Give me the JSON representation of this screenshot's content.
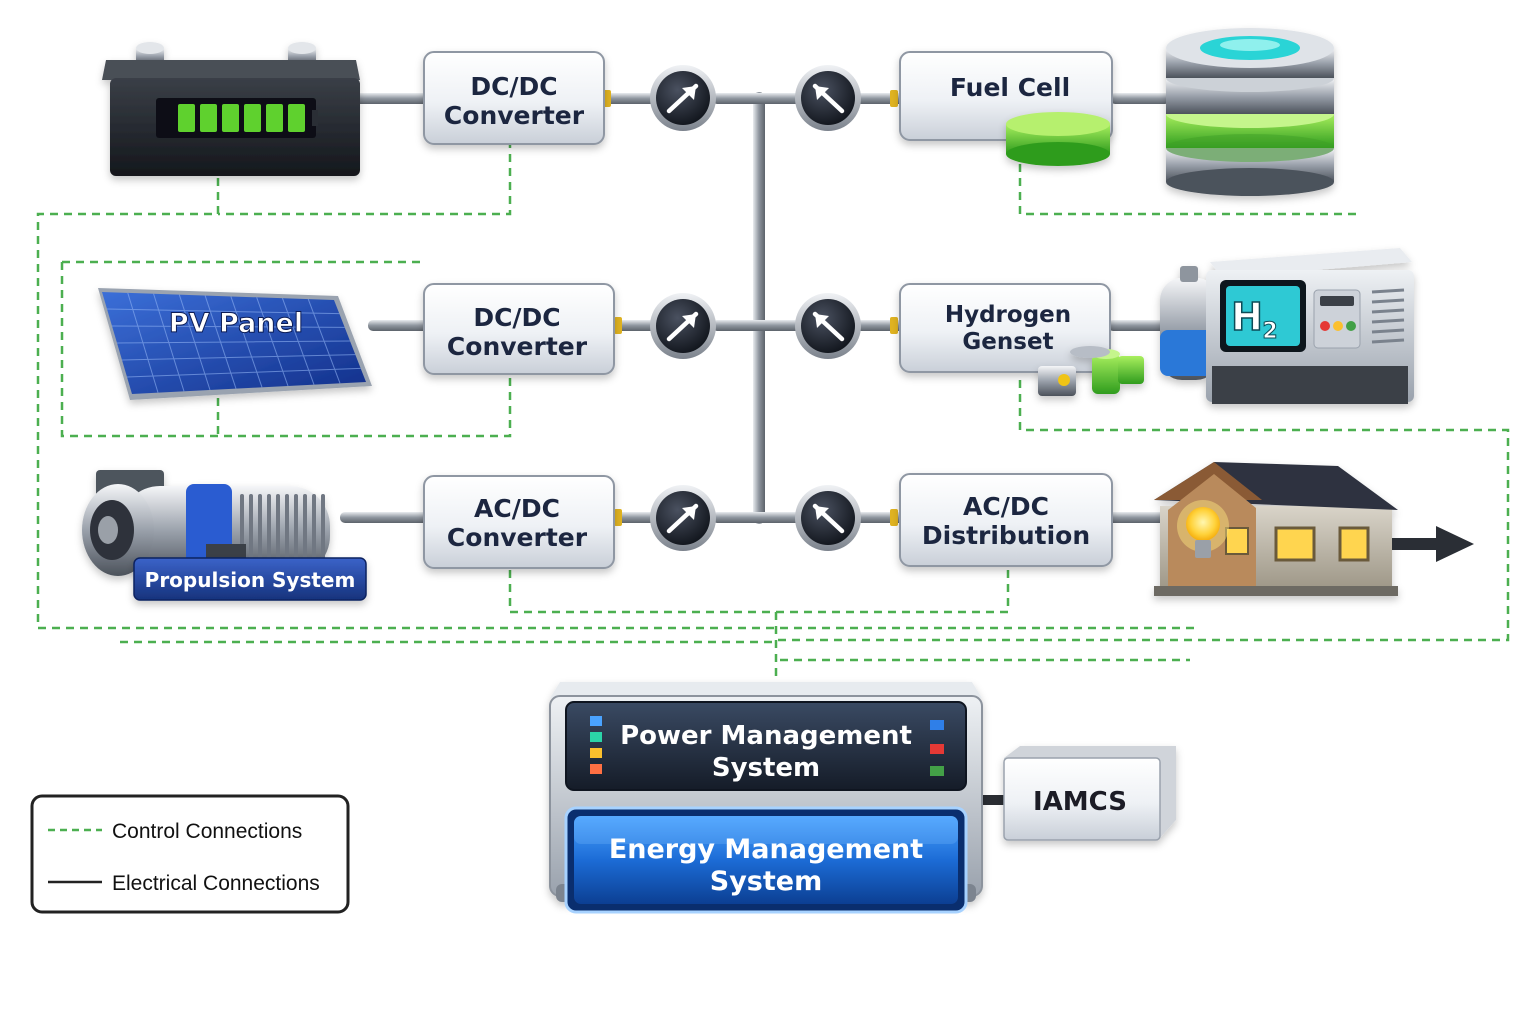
{
  "converters": {
    "battery_converter": {
      "line1": "DC/DC",
      "line2": "Converter"
    },
    "pv_converter": {
      "line1": "DC/DC",
      "line2": "Converter"
    },
    "propulsion_converter": {
      "line1": "AC/DC",
      "line2": "Converter"
    },
    "fuel_cell": {
      "line1": "Fuel Cell"
    },
    "hydrogen_genset": {
      "line1": "Hydrogen",
      "line2": "Genset"
    },
    "ac_dc_distribution": {
      "line1": "AC/DC",
      "line2": "Distribution"
    }
  },
  "devices": {
    "pv_panel": "PV Panel",
    "propulsion_system": "Propulsion System",
    "h2_badge_main": "H",
    "h2_badge_sub": "2"
  },
  "management": {
    "pms_line1": "Power Management",
    "pms_line2": "System",
    "ems_line1": "Energy Management",
    "ems_line2": "System",
    "iamcs": "IAMCS"
  },
  "legend": {
    "control": "Control Connections",
    "electrical": "Electrical Connections"
  },
  "colors": {
    "control_line": "#4caf50",
    "electrical_line": "#8a9099",
    "battery_bar": "#5fd12e",
    "ems_blue": "#1d6fd8",
    "pms_dark": "#1e2a3a"
  },
  "icons": [
    "battery-icon",
    "fuel-tank-icon",
    "solar-panel-icon",
    "hydrogen-generator-icon",
    "electric-motor-icon",
    "house-icon",
    "lightbulb-icon",
    "arrow-right-icon",
    "flow-gauge-icon"
  ]
}
